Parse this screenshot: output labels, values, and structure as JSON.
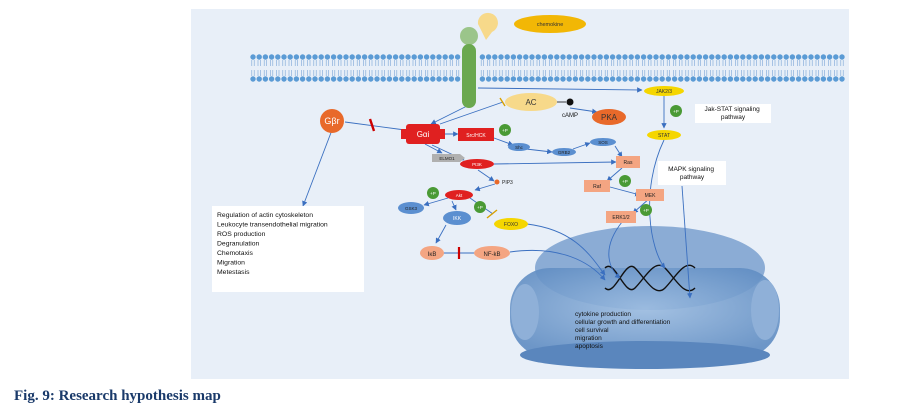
{
  "caption": "Fig. 9: Research hypothesis map",
  "colors": {
    "panel": "#e8eff8",
    "membrane_head": "#5b9bd5",
    "receptor": "#6aa84f",
    "node_red": "#e02020",
    "node_orange": "#e8692a",
    "node_yellow": "#f5d600",
    "node_salmon": "#f4a582",
    "node_blue": "#5b8fd0",
    "phospho": "#4a9a35",
    "nucleus": "#6a95c8",
    "arrow": "#3a6fc0",
    "inhibit": "#cc0000"
  },
  "nodes": {
    "chemokine": "chemokine",
    "gbr": "Gβr",
    "gai": "Gαi",
    "ac": "AC",
    "camp": "cAMP",
    "pka": "PKA",
    "jak": "JAK2/3",
    "stat": "STAT",
    "src": "Src/HCK",
    "shc": "Shc",
    "grb2": "GRB2",
    "sos": "SOS",
    "elmo1": "ELMO1",
    "pi3k": "PI3K",
    "ras": "Ras",
    "pip3": "PIP3",
    "raf": "Raf",
    "mek": "MEK",
    "erk": "ERK1/2",
    "akt": "Akt",
    "gsk3": "GSK3",
    "ikk": "IKK",
    "foxo": "FOXO",
    "ikb": "IκB",
    "nfkb": "NF-kB",
    "phospho": "+P"
  },
  "labels": {
    "jak_stat": [
      "Jak-STAT signaling",
      "pathway"
    ],
    "mapk": [
      "MAPK signaling",
      "pathway"
    ],
    "effects": [
      "Regulation of actin cytoskeleton",
      "Leukocyte transendothelial migration",
      "",
      "ROS production",
      "Degranulation",
      "Chemotaxis",
      "Migration",
      "Metestasis"
    ],
    "nucleus": [
      "cytokine production",
      "cellular growth and differentiation",
      "cell survival",
      "migration",
      "apoptosis"
    ]
  }
}
